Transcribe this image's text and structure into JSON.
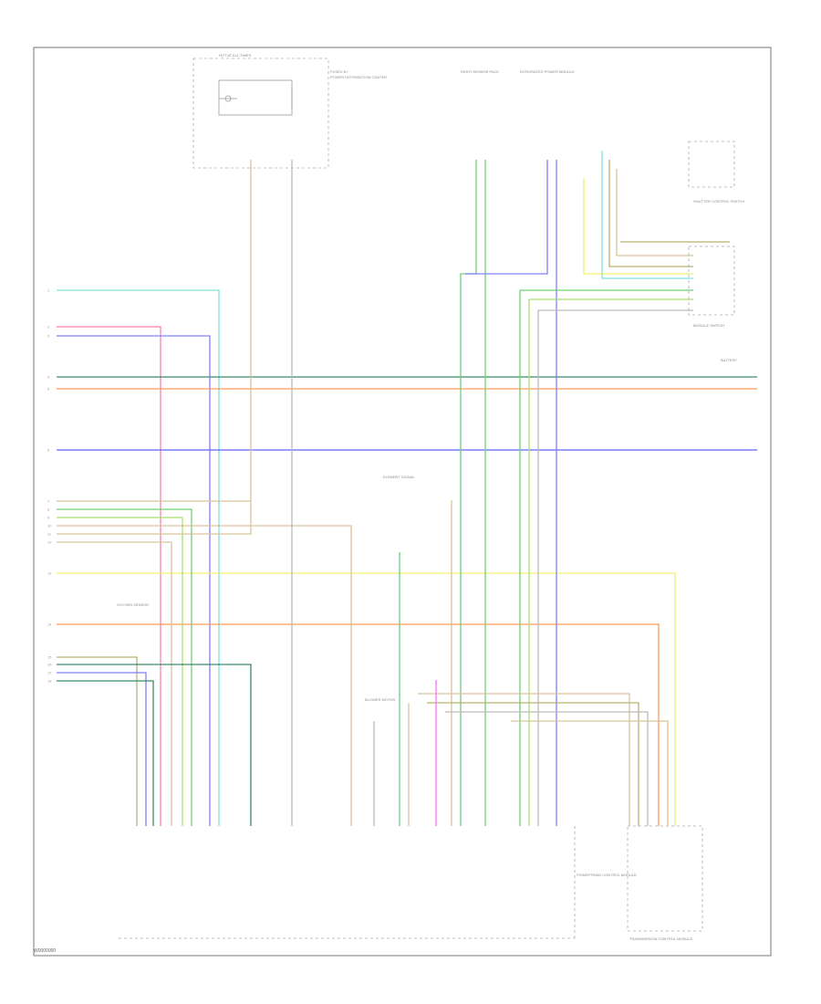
{
  "diagram": {
    "footer_code": "W0000000",
    "colors": {
      "cyan": "#7fe0e0",
      "pink": "#ff7fa8",
      "blue": "#8080ff",
      "darkgreen": "#3a8a6a",
      "orange": "#ff9a5a",
      "royal": "#6060ff",
      "tan": "#d8c49a",
      "green": "#70d070",
      "yellow": "#f0f070",
      "olive": "#b8b070",
      "gray": "#bbbbbb",
      "magenta": "#ff70ff",
      "lime": "#a8e070"
    },
    "top_labels": [
      "HOT AT ALL TIMES",
      "FUSED B+",
      "POWER DISTRIBUTION CENTER",
      "RIGHT SENSOR PACK",
      "INTEGRATED POWER MODULE"
    ],
    "right_labels": [
      "SHUTTER CONTROL SWITCH",
      "MODULE SWITCH",
      "ELEMENT SIGNAL",
      "BLOWER MOTOR",
      "BATTERY"
    ],
    "bottom_labels": [
      "POWERTRAIN CONTROL MODULE",
      "TRANSMISSION CONTROL MODULE",
      "OXYGEN SENSOR"
    ],
    "left_wire_tags": [
      "1",
      "2",
      "3",
      "4",
      "5",
      "6",
      "7",
      "8",
      "9",
      "10",
      "11",
      "12",
      "13",
      "14",
      "15",
      "16",
      "17",
      "18"
    ]
  }
}
